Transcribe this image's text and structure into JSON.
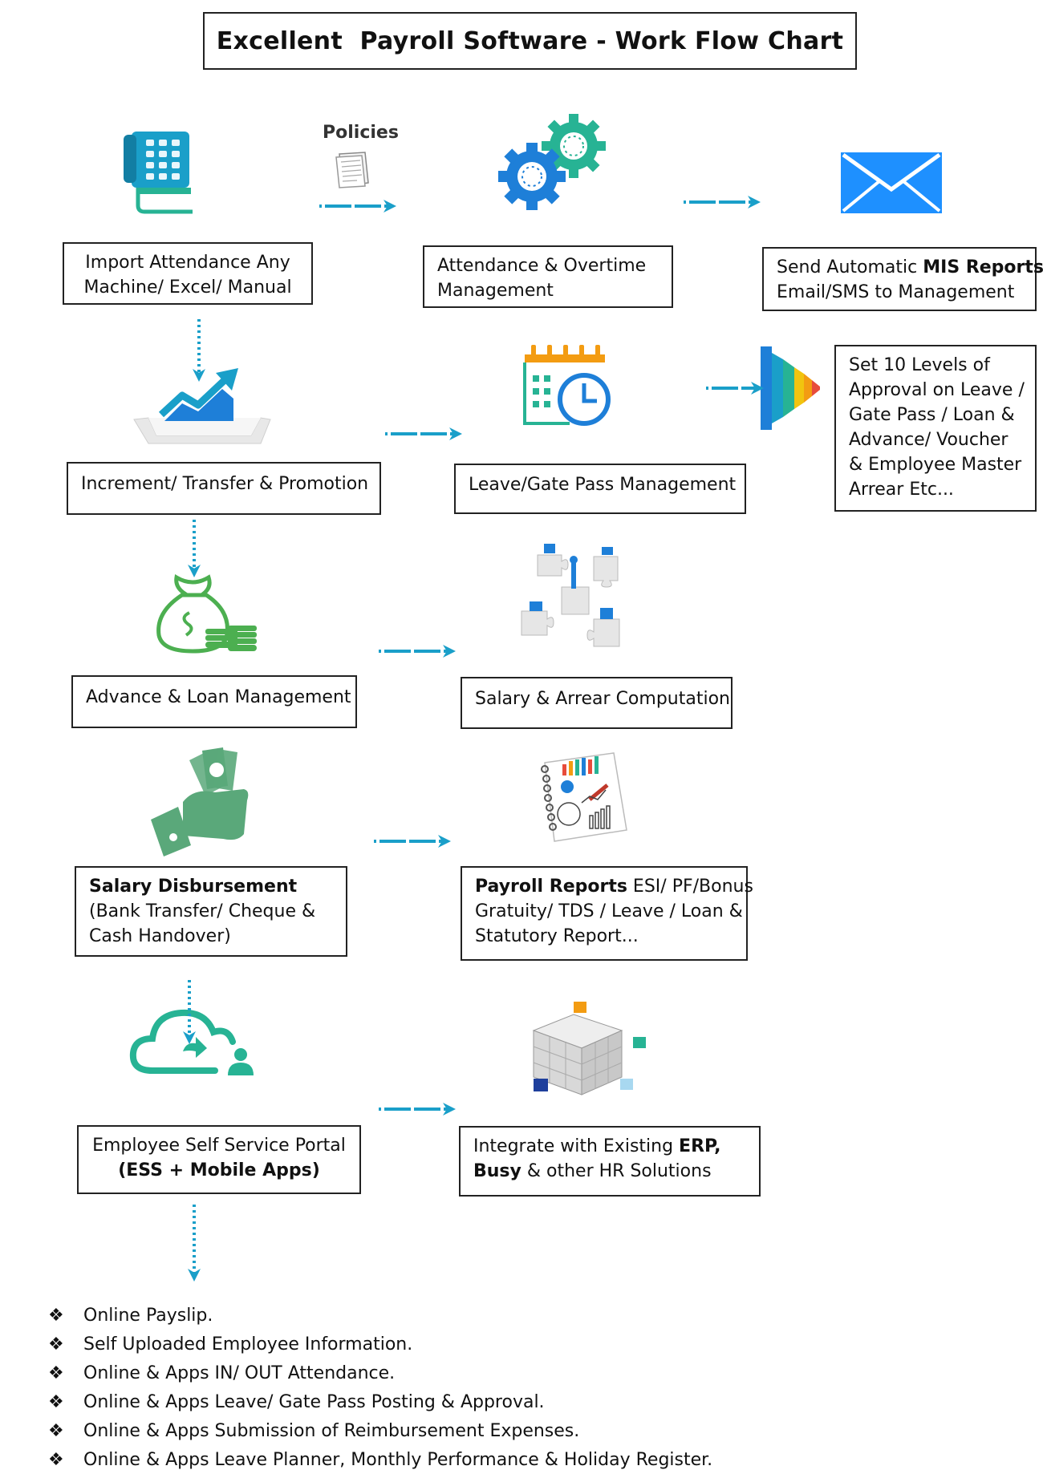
{
  "title": "Excellent  Payroll Software - Work Flow Chart",
  "policies_label": "Policies",
  "boxes": {
    "import": {
      "line1": "Import Attendance Any",
      "line2": "Machine/ Excel/ Manual"
    },
    "attendance": {
      "line1": "Attendance & Overtime",
      "line2": "Management"
    },
    "mis": {
      "pre": "Send Automatic ",
      "bold": "MIS Reports",
      "line2": "Email/SMS to Management"
    },
    "approval": {
      "lines": [
        "Set 10 Levels of",
        "Approval on Leave /",
        "Gate Pass / Loan &",
        "Advance/ Voucher",
        "& Employee Master",
        "Arrear Etc..."
      ]
    },
    "increment": {
      "line1": "Increment/ Transfer & Promotion"
    },
    "leave": {
      "line1": "Leave/Gate Pass Management"
    },
    "advance": {
      "line1": "Advance & Loan Management"
    },
    "salary_comp": {
      "line1": "Salary & Arrear Computation"
    },
    "disbursement": {
      "bold": "Salary Disbursement",
      "line2": "(Bank Transfer/ Cheque &",
      "line3": "Cash Handover)"
    },
    "payroll_reports": {
      "bold": "Payroll Reports",
      "rest": " ESI/ PF/Bonus",
      "line2": "Gratuity/ TDS / Leave / Loan &",
      "line3": "Statutory Report..."
    },
    "ess": {
      "line1": "Employee Self Service Portal",
      "bold": "(ESS + Mobile Apps)"
    },
    "erp": {
      "pre": "Integrate with Existing ",
      "bold1": "ERP,",
      "bold2": "Busy",
      "rest": " & other HR Solutions"
    }
  },
  "bullets": [
    "Online Payslip.",
    "Self Uploaded Employee Information.",
    "Online & Apps IN/ OUT Attendance.",
    "Online & Apps Leave/ Gate Pass Posting & Approval.",
    "Online & Apps Submission of Reimbursement Expenses.",
    "Online & Apps Leave Planner, Monthly Performance & Holiday Register."
  ],
  "bullet_mark": "❖",
  "colors": {
    "arrow": "#1a9fc9",
    "green": "#4caf50",
    "teal": "#27b394",
    "blue": "#1e7fd8",
    "envelope": "#1e90ff"
  }
}
